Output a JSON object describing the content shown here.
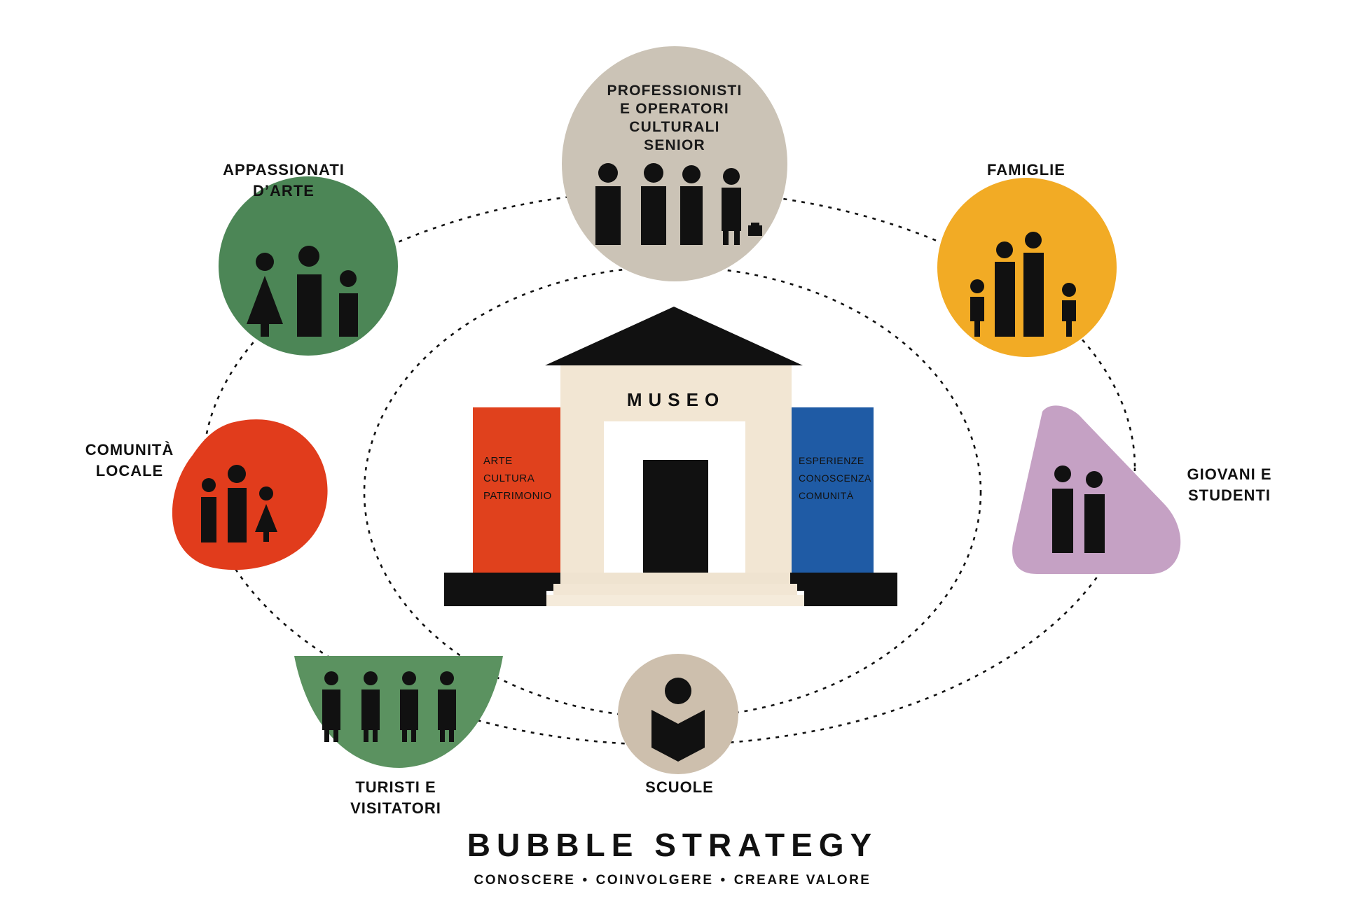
{
  "title": "BUBBLE STRATEGY",
  "subtitle": [
    "CONOSCERE",
    "COINVOLGERE",
    "CREARE VALORE"
  ],
  "subtitle_separator": "•",
  "museum": {
    "label": "MUSEO",
    "left_column": [
      "ARTE",
      "CULTURA",
      "PATRIMONIO"
    ],
    "right_column": [
      "ESPERIENZE",
      "CONOSCENZA",
      "COMUNITÀ"
    ]
  },
  "audiences": {
    "professionisti": [
      "PROFESSIONISTI",
      "E OPERATORI",
      "CULTURALI",
      "SENIOR"
    ],
    "appassionati": [
      "APPASSIONATI",
      "D’ARTE"
    ],
    "famiglie": [
      "FAMIGLIE"
    ],
    "comunita": [
      "COMUNITÀ",
      "LOCALE"
    ],
    "giovani": [
      "GIOVANI E",
      "STUDENTI"
    ],
    "turisti": [
      "TURISTI E",
      "VISITATORI"
    ],
    "scuole": [
      "SCUOLE"
    ]
  },
  "icons": {
    "professionisti": "four-adults-with-briefcase-icon",
    "appassionati": "three-people-icon",
    "famiglie": "family-icon",
    "comunita": "community-people-icon",
    "giovani": "two-students-icon",
    "turisti": "four-tourists-icon",
    "scuole": "reader-with-book-icon"
  },
  "colors": {
    "professionisti": "#cbc3b6",
    "appassionati": "#4c8656",
    "famiglie": "#f2ab25",
    "comunita": "#e13c1c",
    "giovani": "#c5a1c4",
    "turisti": "#5b9260",
    "scuole": "#cdbfad",
    "museum_left": "#e0411d",
    "museum_right": "#1f5ba5",
    "museum_body": "#f2e6d3",
    "ink": "#111111"
  }
}
